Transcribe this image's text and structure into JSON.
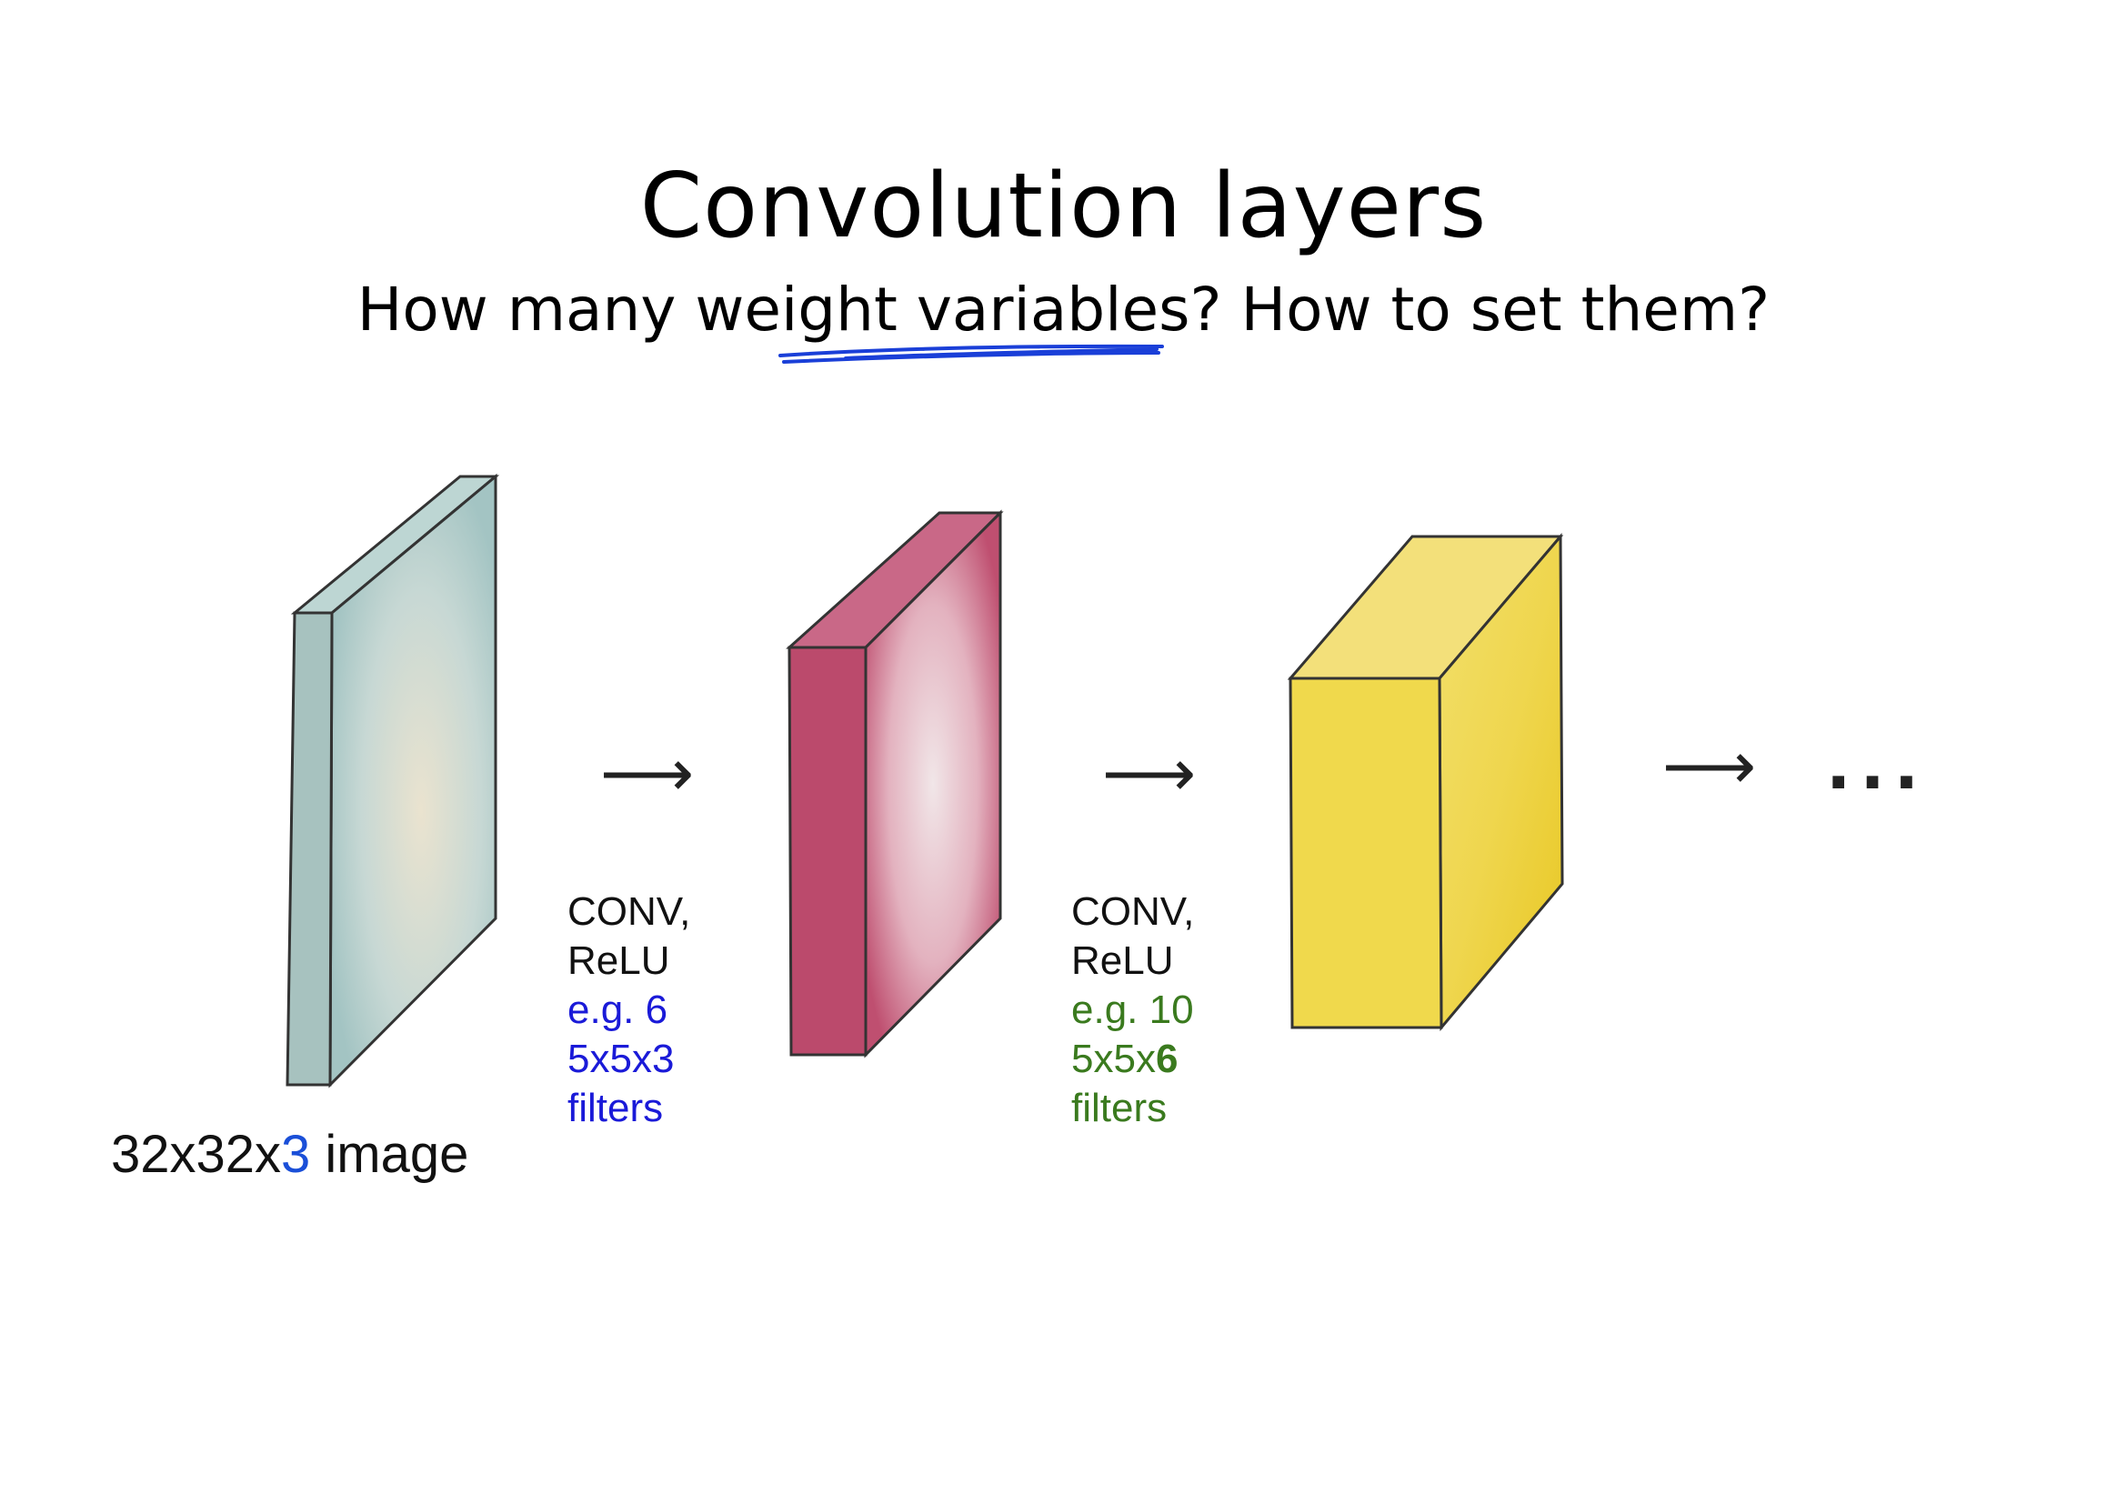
{
  "title": "Convolution layers",
  "subtitle": "How many weight variables? How to set them?",
  "input_caption": {
    "pre": "32x32x",
    "highlight": "3",
    "post": " image"
  },
  "stage1": {
    "line1": "CONV,",
    "line2": "ReLU",
    "line3": "e.g. 6",
    "line4": "5x5x3",
    "line5": "filters"
  },
  "stage2": {
    "line1": "CONV,",
    "line2": "ReLU",
    "line3": "e.g. 10",
    "line4_pre": "5x5x",
    "line4_bold": "6",
    "line5": "filters"
  },
  "arrow_glyph": "⟶",
  "ellipsis": "...",
  "colors": {
    "volume1": "#a9c7c6",
    "volume2": "#c25a78",
    "volume3": "#ecd033",
    "underline": "#1a3fd8",
    "blue_text": "#1a1ad8",
    "green_text": "#3a7a1e"
  }
}
